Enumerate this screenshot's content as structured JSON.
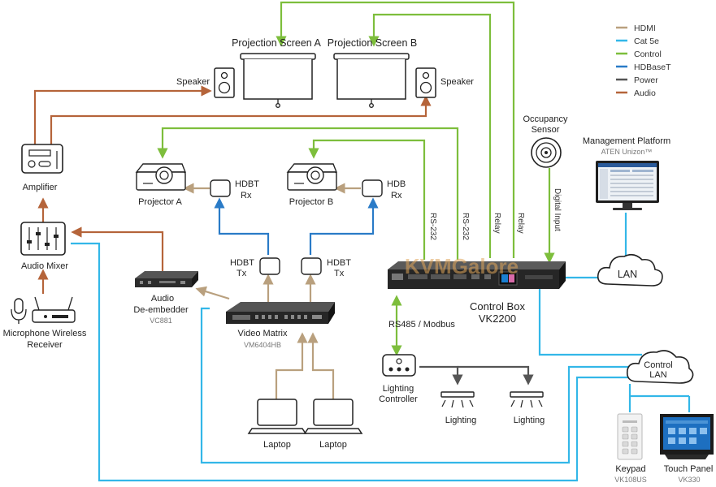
{
  "legend": [
    {
      "label": "HDMI",
      "color": "#B9A07E"
    },
    {
      "label": "Cat 5e",
      "color": "#33B7E8"
    },
    {
      "label": "Control",
      "color": "#7DBE3C"
    },
    {
      "label": "HDBaseT",
      "color": "#2A7BC7"
    },
    {
      "label": "Power",
      "color": "#555555"
    },
    {
      "label": "Audio",
      "color": "#B5643A"
    }
  ],
  "labels": {
    "projection_a": "Projection Screen A",
    "projection_b": "Projection Screen B",
    "speaker_left": "Speaker",
    "speaker_right": "Speaker",
    "amplifier": "Amplifier",
    "audio_mixer": "Audio Mixer",
    "mic_line1": "Microphone Wireless",
    "mic_line2": "Receiver",
    "projector_a": "Projector A",
    "projector_b": "Projector B",
    "hdbt_rx_a_1": "HDBT",
    "hdbt_rx_a_2": "Rx",
    "hdb_rx_b_1": "HDB",
    "hdb_rx_b_2": "Rx",
    "hdbt_tx_a_1": "HDBT",
    "hdbt_tx_a_2": "Tx",
    "hdbt_tx_b_1": "HDBT",
    "hdbt_tx_b_2": "Tx",
    "deembedder_1": "Audio",
    "deembedder_2": "De-embedder",
    "deembedder_model": "VC881",
    "video_matrix": "Video Matrix",
    "video_matrix_model": "VM6404HB",
    "laptop_1": "Laptop",
    "laptop_2": "Laptop",
    "rs232_1": "RS-232",
    "rs232_2": "RS-232",
    "relay_1": "Relay",
    "relay_2": "Relay",
    "digital_input": "Digital Input",
    "occupancy_1": "Occupancy",
    "occupancy_2": "Sensor",
    "management_platform": "Management Platform",
    "management_sub": "ATEN Unizon™",
    "lan": "LAN",
    "control_box_1": "Control Box",
    "control_box_2": "VK2200",
    "rs485": "RS485 / Modbus",
    "lighting_controller_1": "Lighting",
    "lighting_controller_2": "Controller",
    "lighting_1": "Lighting",
    "lighting_2": "Lighting",
    "control_lan_1": "Control",
    "control_lan_2": "LAN",
    "keypad": "Keypad",
    "keypad_model": "VK108US",
    "touch_panel": "Touch Panel",
    "touch_panel_model": "VK330",
    "watermark": "KVMGalore"
  }
}
